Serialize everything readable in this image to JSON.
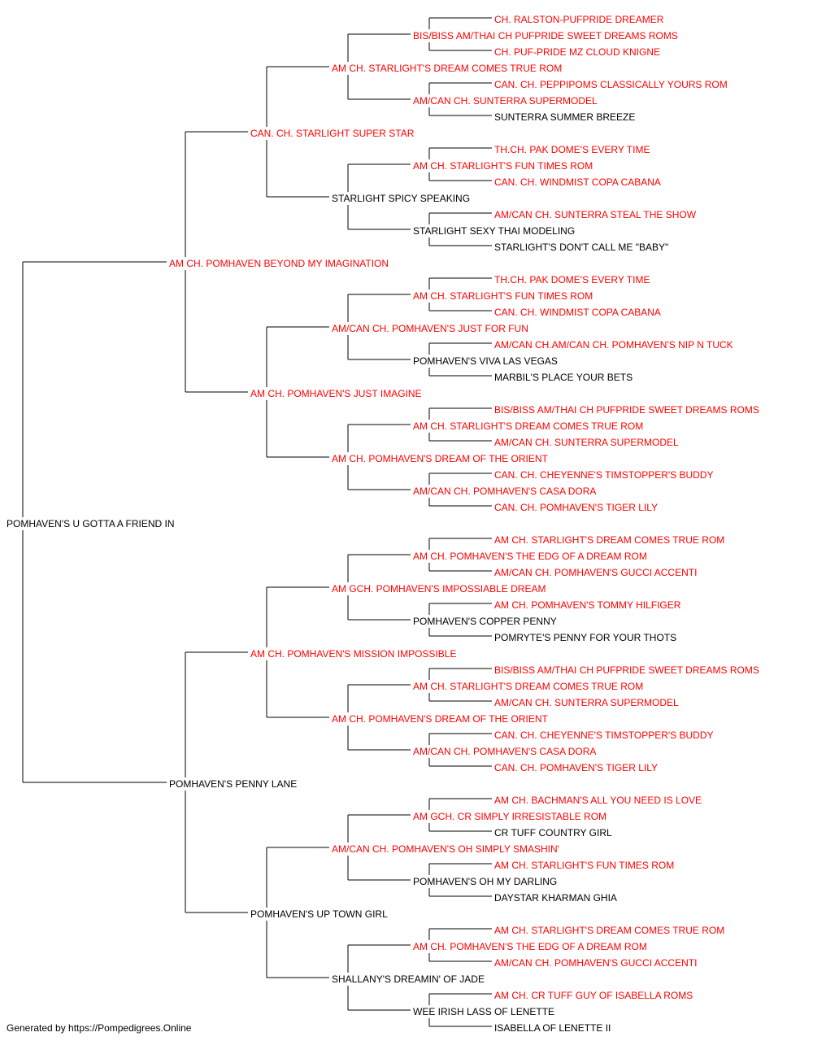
{
  "colors": {
    "champion": "#ff0000",
    "regular": "#000000",
    "line": "#000000"
  },
  "pedigree": {
    "name": "POMHAVEN'S U GOTTA A FRIEND IN",
    "champion": false,
    "sire": {
      "name": "AM CH. POMHAVEN BEYOND MY IMAGINATION",
      "champion": true,
      "sire": {
        "name": "CAN. CH. STARLIGHT SUPER STAR",
        "champion": true,
        "sire": {
          "name": "AM CH. STARLIGHT'S DREAM COMES TRUE ROM",
          "champion": true,
          "sire": {
            "name": "BIS/BISS AM/THAI CH PUFPRIDE SWEET DREAMS ROMS",
            "champion": true,
            "sire": {
              "name": "CH. RALSTON-PUFPRIDE DREAMER",
              "champion": true
            },
            "dam": {
              "name": "CH. PUF-PRIDE MZ CLOUD KNIGNE",
              "champion": true
            }
          },
          "dam": {
            "name": "AM/CAN CH. SUNTERRA SUPERMODEL",
            "champion": true,
            "sire": {
              "name": "CAN. CH. PEPPIPOMS CLASSICALLY YOURS ROM",
              "champion": true
            },
            "dam": {
              "name": "SUNTERRA SUMMER BREEZE",
              "champion": false
            }
          }
        },
        "dam": {
          "name": "STARLIGHT SPICY SPEAKING",
          "champion": false,
          "sire": {
            "name": "AM CH. STARLIGHT'S FUN TIMES ROM",
            "champion": true,
            "sire": {
              "name": "TH.CH. PAK DOME'S EVERY TIME",
              "champion": true
            },
            "dam": {
              "name": "CAN. CH. WINDMIST COPA CABANA",
              "champion": true
            }
          },
          "dam": {
            "name": "STARLIGHT SEXY THAI MODELING",
            "champion": false,
            "sire": {
              "name": "AM/CAN CH. SUNTERRA STEAL THE SHOW",
              "champion": true
            },
            "dam": {
              "name": "STARLIGHT'S DON'T CALL ME \"BABY\"",
              "champion": false
            }
          }
        }
      },
      "dam": {
        "name": "AM CH. POMHAVEN'S JUST IMAGINE",
        "champion": true,
        "sire": {
          "name": "AM/CAN CH. POMHAVEN'S JUST FOR FUN",
          "champion": true,
          "sire": {
            "name": "AM CH. STARLIGHT'S FUN TIMES ROM",
            "champion": true,
            "sire": {
              "name": "TH.CH. PAK DOME'S EVERY TIME",
              "champion": true
            },
            "dam": {
              "name": "CAN. CH. WINDMIST COPA CABANA",
              "champion": true
            }
          },
          "dam": {
            "name": "POMHAVEN'S VIVA LAS VEGAS",
            "champion": false,
            "sire": {
              "name": "AM/CAN CH.AM/CAN CH. POMHAVEN'S NIP N TUCK",
              "champion": true
            },
            "dam": {
              "name": "MARBIL'S PLACE YOUR BETS",
              "champion": false
            }
          }
        },
        "dam": {
          "name": "AM CH. POMHAVEN'S DREAM OF THE ORIENT",
          "champion": true,
          "sire": {
            "name": "AM CH. STARLIGHT'S DREAM COMES TRUE ROM",
            "champion": true,
            "sire": {
              "name": "BIS/BISS AM/THAI CH PUFPRIDE SWEET DREAMS ROMS",
              "champion": true
            },
            "dam": {
              "name": "AM/CAN CH. SUNTERRA SUPERMODEL",
              "champion": true
            }
          },
          "dam": {
            "name": "AM/CAN CH. POMHAVEN'S CASA DORA",
            "champion": true,
            "sire": {
              "name": "CAN. CH. CHEYENNE'S TIMSTOPPER'S BUDDY",
              "champion": true
            },
            "dam": {
              "name": "CAN. CH. POMHAVEN'S TIGER LILY",
              "champion": true
            }
          }
        }
      }
    },
    "dam": {
      "name": "POMHAVEN'S PENNY LANE",
      "champion": false,
      "sire": {
        "name": "AM CH. POMHAVEN'S MISSION IMPOSSIBLE",
        "champion": true,
        "sire": {
          "name": "AM GCH. POMHAVEN'S IMPOSSIABLE DREAM",
          "champion": true,
          "sire": {
            "name": "AM CH. POMHAVEN'S THE EDG OF A DREAM ROM",
            "champion": true,
            "sire": {
              "name": "AM CH. STARLIGHT'S DREAM COMES TRUE ROM",
              "champion": true
            },
            "dam": {
              "name": "AM/CAN CH. POMHAVEN'S GUCCI ACCENTI",
              "champion": true
            }
          },
          "dam": {
            "name": "POMHAVEN'S COPPER PENNY",
            "champion": false,
            "sire": {
              "name": "AM CH. POMHAVEN'S TOMMY HILFIGER",
              "champion": true
            },
            "dam": {
              "name": "POMRYTE'S PENNY FOR YOUR THOTS",
              "champion": false
            }
          }
        },
        "dam": {
          "name": "AM CH. POMHAVEN'S DREAM OF THE ORIENT",
          "champion": true,
          "sire": {
            "name": "AM CH. STARLIGHT'S DREAM COMES TRUE ROM",
            "champion": true,
            "sire": {
              "name": "BIS/BISS AM/THAI CH PUFPRIDE SWEET DREAMS ROMS",
              "champion": true
            },
            "dam": {
              "name": "AM/CAN CH. SUNTERRA SUPERMODEL",
              "champion": true
            }
          },
          "dam": {
            "name": "AM/CAN CH. POMHAVEN'S CASA DORA",
            "champion": true,
            "sire": {
              "name": "CAN. CH. CHEYENNE'S TIMSTOPPER'S BUDDY",
              "champion": true
            },
            "dam": {
              "name": "CAN. CH. POMHAVEN'S TIGER LILY",
              "champion": true
            }
          }
        }
      },
      "dam": {
        "name": "POMHAVEN'S UP TOWN GIRL",
        "champion": false,
        "sire": {
          "name": "AM/CAN CH. POMHAVEN'S OH SIMPLY SMASHIN'",
          "champion": true,
          "sire": {
            "name": "AM GCH. CR SIMPLY IRRESISTABLE ROM",
            "champion": true,
            "sire": {
              "name": "AM CH. BACHMAN'S ALL YOU NEED IS LOVE",
              "champion": true
            },
            "dam": {
              "name": "CR TUFF COUNTRY GIRL",
              "champion": false
            }
          },
          "dam": {
            "name": "POMHAVEN'S OH MY DARLING",
            "champion": false,
            "sire": {
              "name": "AM CH. STARLIGHT'S FUN TIMES ROM",
              "champion": true
            },
            "dam": {
              "name": "DAYSTAR KHARMAN GHIA",
              "champion": false
            }
          }
        },
        "dam": {
          "name": "SHALLANY'S DREAMIN' OF JADE",
          "champion": false,
          "sire": {
            "name": "AM CH. POMHAVEN'S THE EDG OF A DREAM ROM",
            "champion": true,
            "sire": {
              "name": "AM CH. STARLIGHT'S DREAM COMES TRUE ROM",
              "champion": true
            },
            "dam": {
              "name": "AM/CAN CH. POMHAVEN'S GUCCI ACCENTI",
              "champion": true
            }
          },
          "dam": {
            "name": "WEE IRISH LASS OF LENETTE",
            "champion": false,
            "sire": {
              "name": "AM CH. CR TUFF GUY OF ISABELLA ROMS",
              "champion": true
            },
            "dam": {
              "name": "ISABELLA OF LENETTE II",
              "champion": false
            }
          }
        }
      }
    }
  },
  "footer": {
    "text": "Generated by https://Pompedigrees.Online"
  }
}
